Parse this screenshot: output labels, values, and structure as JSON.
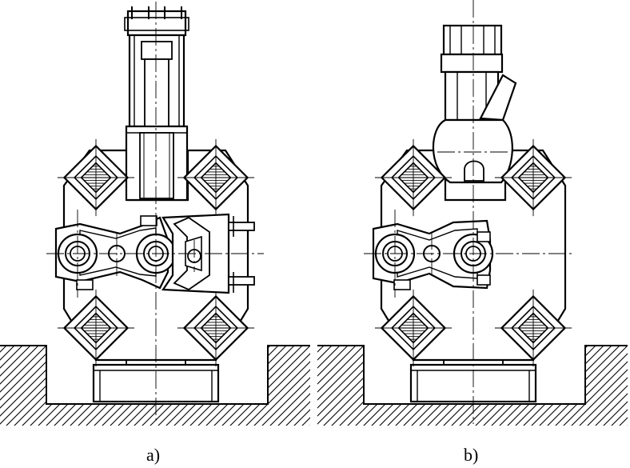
{
  "figure": {
    "captions": {
      "a": "a)",
      "b": "b)"
    },
    "colors": {
      "stroke": "#000000",
      "background": "#ffffff"
    },
    "views": [
      {
        "id": "a",
        "actuator": "hydraulic-cylinder",
        "clamp": "sliding-wedge"
      },
      {
        "id": "b",
        "actuator": "hydraulic-cylinder",
        "clamp": "rotary-cam-lever"
      }
    ]
  }
}
